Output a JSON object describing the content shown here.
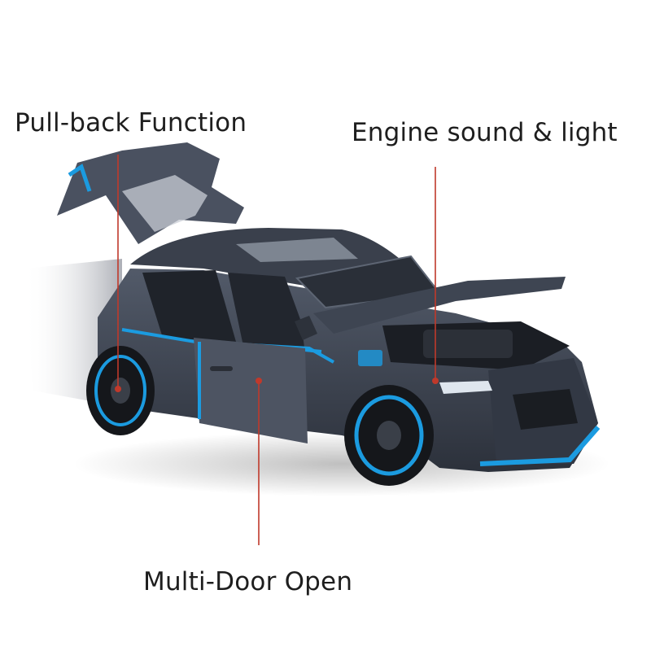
{
  "callouts": {
    "pull_back": "Pull-back Function",
    "engine": "Engine sound & light",
    "doors": "Multi-Door Open"
  },
  "colors": {
    "leader_line": "#c0392b",
    "accent_trim": "#1b9be0",
    "body": "#3c4250",
    "background": "#ffffff"
  }
}
